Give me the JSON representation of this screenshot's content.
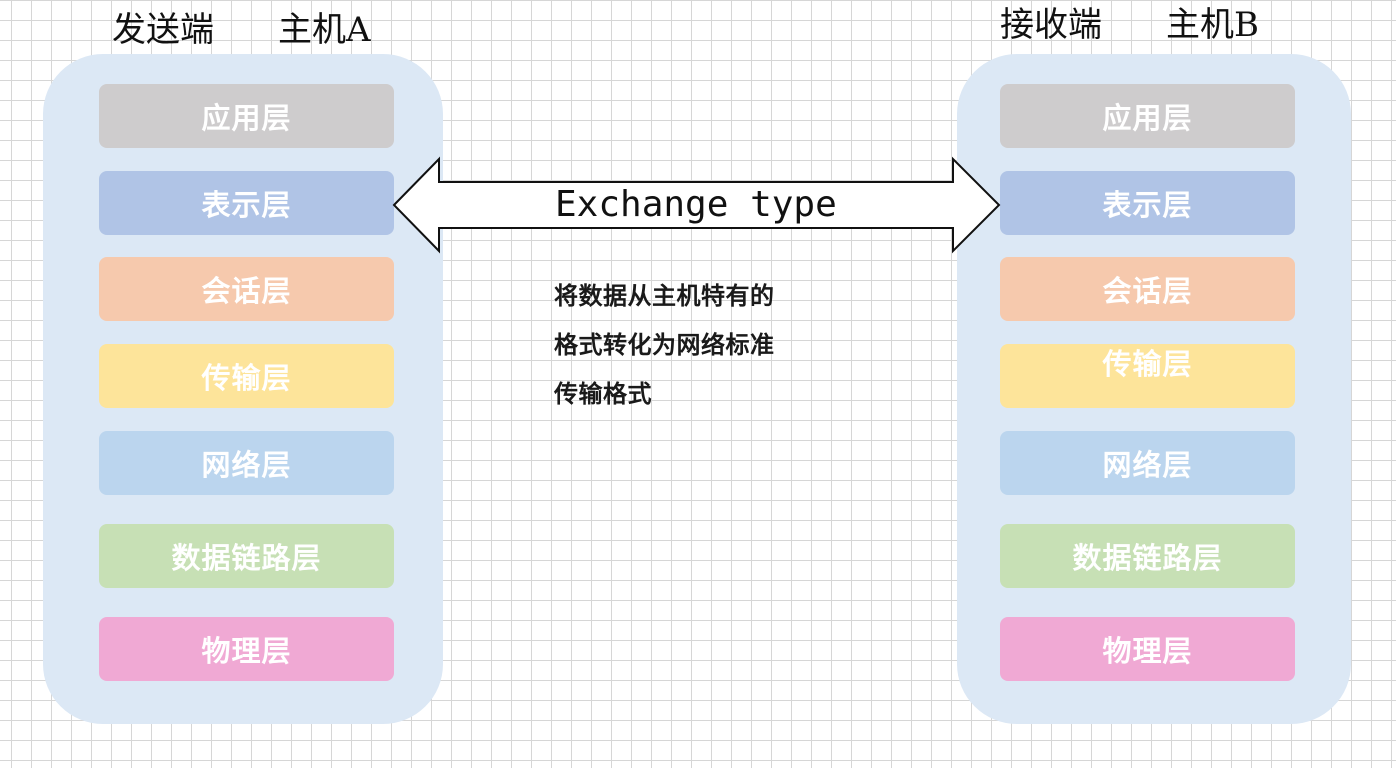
{
  "sender": {
    "role_label": "发送端",
    "host_label": "主机A"
  },
  "receiver": {
    "role_label": "接收端",
    "host_label": "主机B"
  },
  "layers": [
    {
      "label": "应用层",
      "color": "#cecccd"
    },
    {
      "label": "表示层",
      "color": "#b0c4e6"
    },
    {
      "label": "会话层",
      "color": "#f6c9ad"
    },
    {
      "label": "传输层",
      "color": "#fde49a"
    },
    {
      "label": "网络层",
      "color": "#bbd5ee"
    },
    {
      "label": "数据链路层",
      "color": "#c7e0b5"
    },
    {
      "label": "物理层",
      "color": "#f0a9d4"
    }
  ],
  "arrow": {
    "label": "Exchange type",
    "description": [
      "将数据从主机特有的",
      "格式转化为网络标准",
      "传输格式"
    ]
  },
  "colors": {
    "panel": "#dce8f5",
    "text": "#111111",
    "arrow_stroke": "#111111"
  }
}
